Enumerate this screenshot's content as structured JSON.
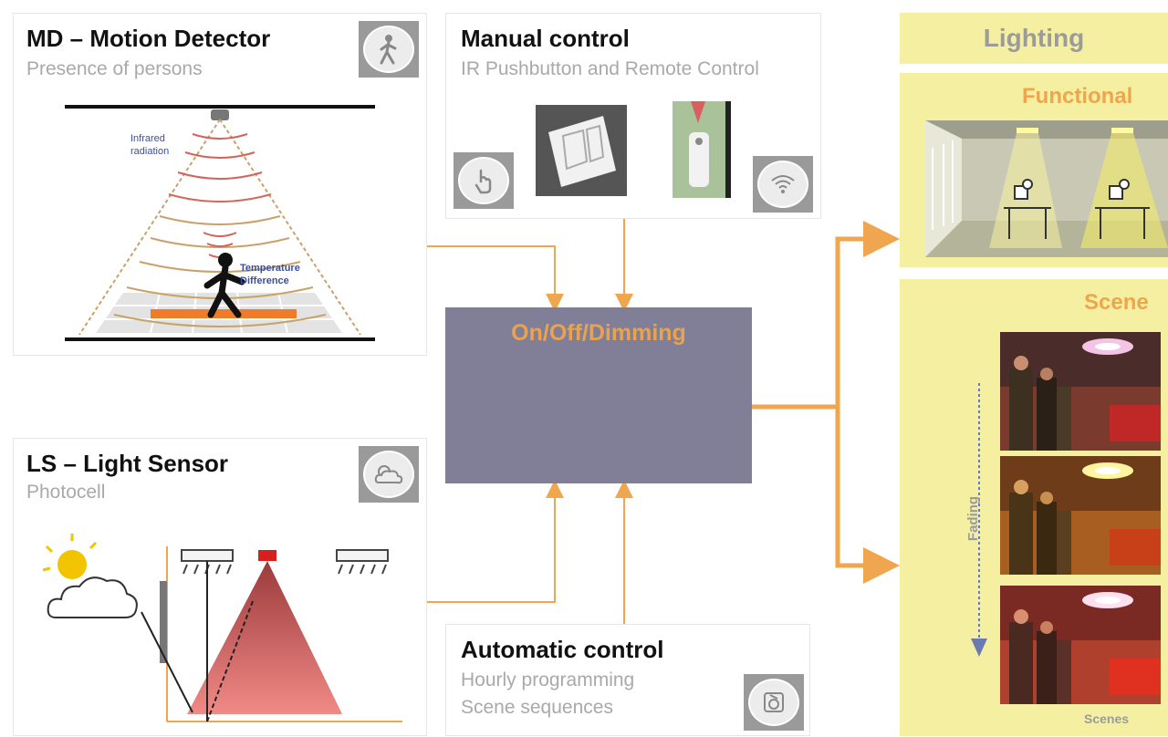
{
  "motion_detector": {
    "title": "MD – Motion Detector",
    "subtitle": "Presence of persons",
    "infrared_label": "Infrared\nradiation",
    "temperature_label": "Temperature\nDifference"
  },
  "manual_control": {
    "title": "Manual control",
    "subtitle": "IR Pushbutton and Remote Control"
  },
  "light_sensor": {
    "title": "LS – Light Sensor",
    "subtitle": "Photocell"
  },
  "automatic_control": {
    "title": "Automatic control",
    "line1": "Hourly programming",
    "line2": "Scene sequences"
  },
  "central": {
    "label": "On/Off/Dimming"
  },
  "lighting": {
    "title": "Lighting",
    "functional_label": "Functional",
    "scene_label": "Scene",
    "fading_label": "Fading",
    "scenes_label": "Scenes"
  },
  "colors": {
    "arrow": "#f0a54f",
    "central_box": "#817f97",
    "lighting_panel": "#f5f0a1",
    "title_text": "#111111",
    "subtitle_text": "#a9a9a9"
  }
}
